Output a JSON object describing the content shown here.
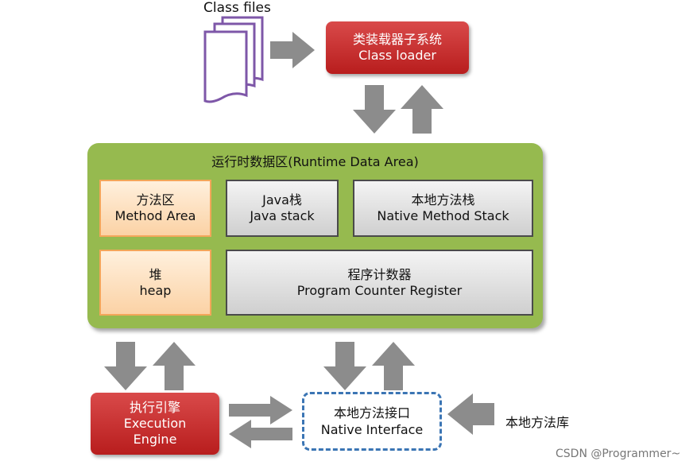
{
  "class_files": {
    "label": "Class files"
  },
  "class_loader": {
    "cn": "类装载器子系统",
    "en": "Class loader"
  },
  "runtime_area": {
    "title": "运行时数据区(Runtime Data Area)",
    "method_area": {
      "cn": "方法区",
      "en": "Method Area"
    },
    "java_stack": {
      "cn": "Java栈",
      "en": "Java stack"
    },
    "native_method_stack": {
      "cn": "本地方法栈",
      "en": "Native Method Stack"
    },
    "heap": {
      "cn": "堆",
      "en": "heap"
    },
    "pc_register": {
      "cn": "程序计数器",
      "en": "Program Counter Register"
    }
  },
  "execution_engine": {
    "cn": "执行引擎",
    "en1": "Execution",
    "en2": "Engine"
  },
  "native_interface": {
    "cn": "本地方法接口",
    "en": "Native Interface"
  },
  "native_library": {
    "label": "本地方法库"
  },
  "watermark": {
    "text": "CSDN @Programmer~"
  },
  "colors": {
    "red_box": "#c62828",
    "green_area": "#96ba4f",
    "orange_box": "#fbd2a5",
    "gray_box": "#d9d9d9",
    "arrow": "#8c8c8c",
    "dashed_border": "#3b75b4",
    "file_icon": "#7e57a8"
  }
}
